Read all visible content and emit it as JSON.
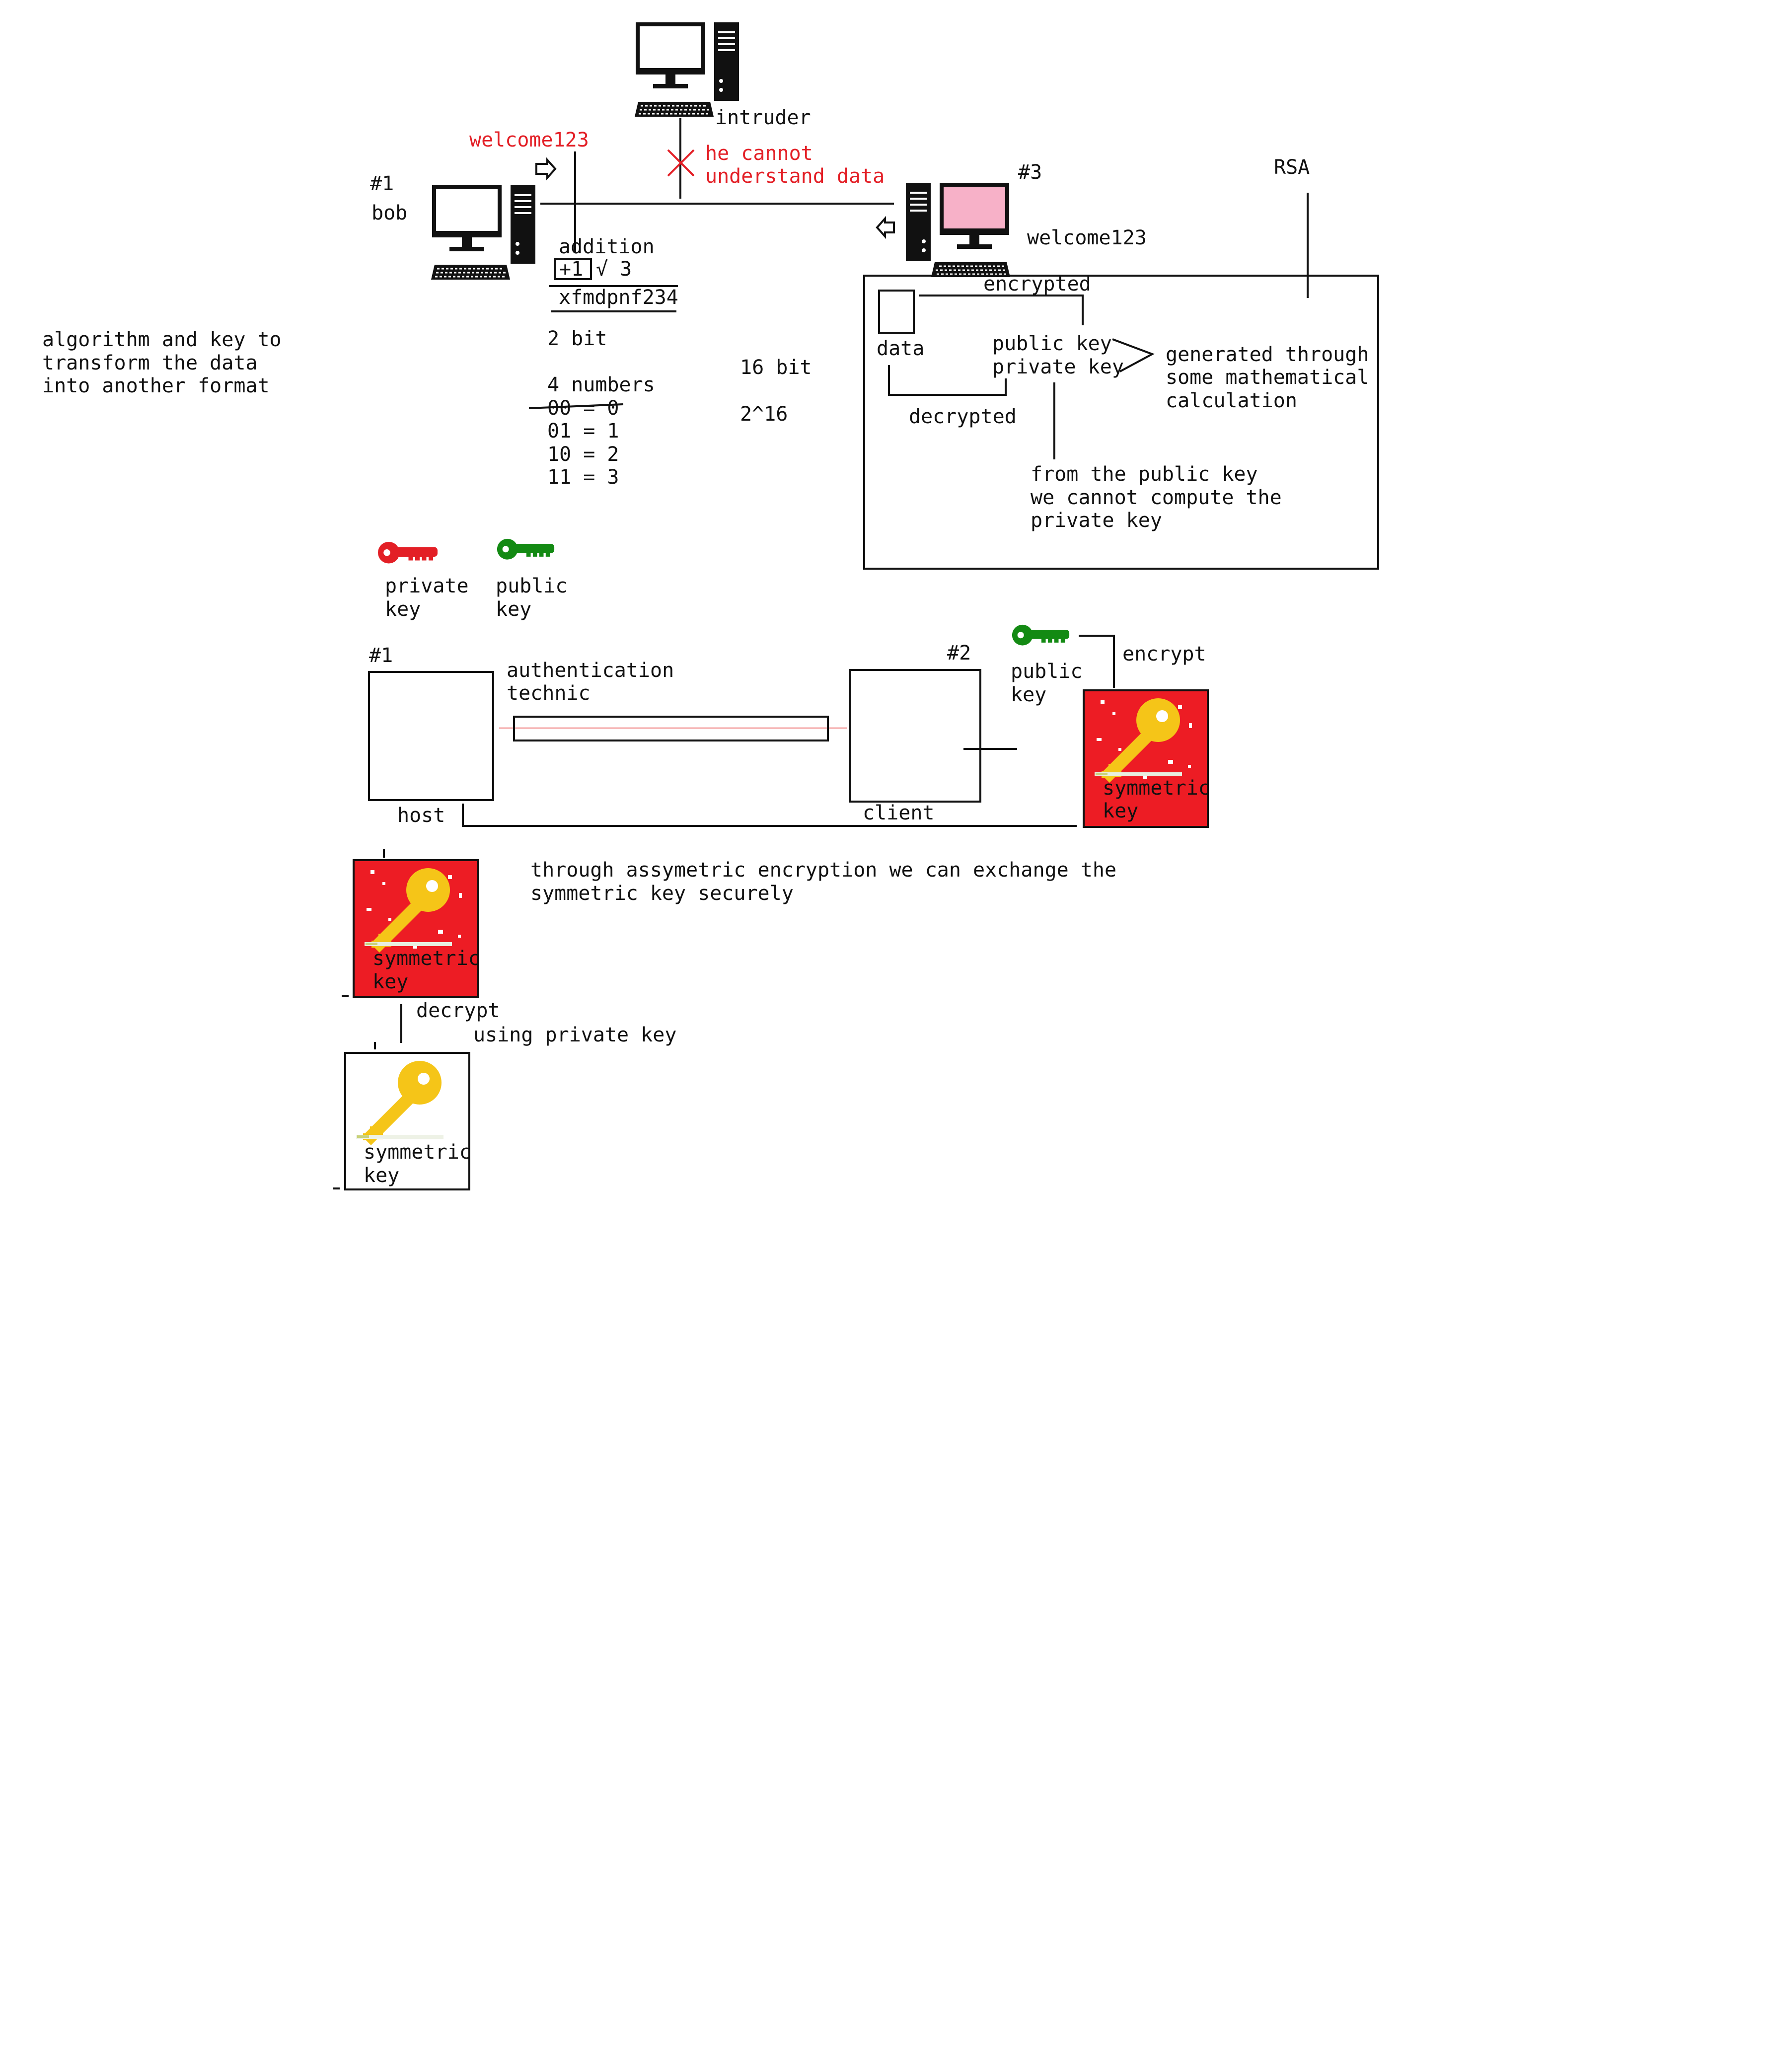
{
  "colors": {
    "ink": "#111111",
    "red": "#e31f26",
    "green": "#138a13",
    "pink_screen": "#f7b1c8",
    "gold": "#f5c518",
    "key_tile_red": "#ed1c24"
  },
  "icons": {
    "computer": "desktop-computer-icon",
    "arrow": "arrow-icon",
    "key": "key-icon",
    "symmetric_key_tile": "symmetric-key-tile-icon"
  },
  "scene1": {
    "intruder_label": "intruder",
    "warning_line1": "he cannot",
    "warning_line2": "understand data",
    "password_red": "welcome123",
    "host1_id": "#1",
    "host1_name": "bob",
    "host3_id": "#3",
    "password_received": "welcome123",
    "addition_label": "addition",
    "plus_one": "+1",
    "check_three": "√ 3",
    "cipher_text": "xfmdpnf234",
    "two_bit": "2 bit",
    "four_numbers": "4 numbers",
    "binary_rows": [
      "00 = 0",
      "01 = 1",
      "10 = 2",
      "11 = 3"
    ],
    "sixteen_bit": "16 bit",
    "power": "2^16",
    "algorithm_lines": [
      "algorithm and key to",
      "transform the data",
      "into another format"
    ]
  },
  "rsa": {
    "title": "RSA",
    "encrypted": "encrypted",
    "data": "data",
    "public_key": "public key",
    "private_key": "private key",
    "decrypted": "decrypted",
    "generated_lines": [
      "generated through",
      "some mathematical",
      "calculation"
    ],
    "note_lines": [
      "from the public key",
      "we cannot compute the",
      "private key"
    ]
  },
  "legend": {
    "private_lines": [
      "private",
      "key"
    ],
    "public_lines": [
      "public",
      "key"
    ]
  },
  "scene2": {
    "host_id": "#1",
    "auth_lines": [
      "authentication",
      "technic"
    ],
    "client_id": "#2",
    "host_label": "host",
    "client_label": "client",
    "public_key_lines": [
      "public",
      "key"
    ],
    "encrypt": "encrypt",
    "symmetric_lines": [
      "symmetric",
      "key"
    ],
    "exchange_lines": [
      "through assymetric encryption we can exchange the",
      "symmetric key securely"
    ],
    "decrypt": "decrypt",
    "using_private": "using private key"
  }
}
